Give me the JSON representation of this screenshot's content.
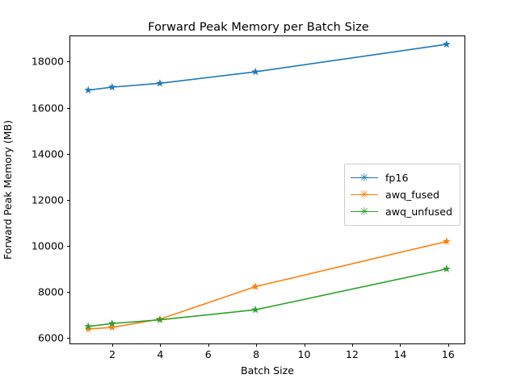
{
  "chart_data": {
    "type": "line",
    "title": "Forward Peak Memory per Batch Size",
    "xlabel": "Batch Size",
    "ylabel": "Forward Peak Memory (MB)",
    "x": [
      1,
      2,
      4,
      8,
      16
    ],
    "xlim": [
      0.25,
      16.75
    ],
    "ylim": [
      5700,
      19100
    ],
    "xticks": [
      2,
      4,
      6,
      8,
      10,
      12,
      14,
      16
    ],
    "yticks": [
      6000,
      8000,
      10000,
      12000,
      14000,
      16000,
      18000
    ],
    "grid": false,
    "legend_position": "center right",
    "series": [
      {
        "name": "fp16",
        "color": "#1f77b4",
        "marker": "star",
        "values": [
          16750,
          16880,
          17050,
          17550,
          18750
        ]
      },
      {
        "name": "awq_fused",
        "color": "#ff7f0e",
        "marker": "star",
        "values": [
          6330,
          6400,
          6760,
          8180,
          10150
        ]
      },
      {
        "name": "awq_unfused",
        "color": "#2ca02c",
        "marker": "star",
        "values": [
          6440,
          6570,
          6730,
          7170,
          8950
        ]
      }
    ]
  },
  "legend": {
    "items": [
      {
        "label": "fp16"
      },
      {
        "label": "awq_fused"
      },
      {
        "label": "awq_unfused"
      }
    ]
  }
}
